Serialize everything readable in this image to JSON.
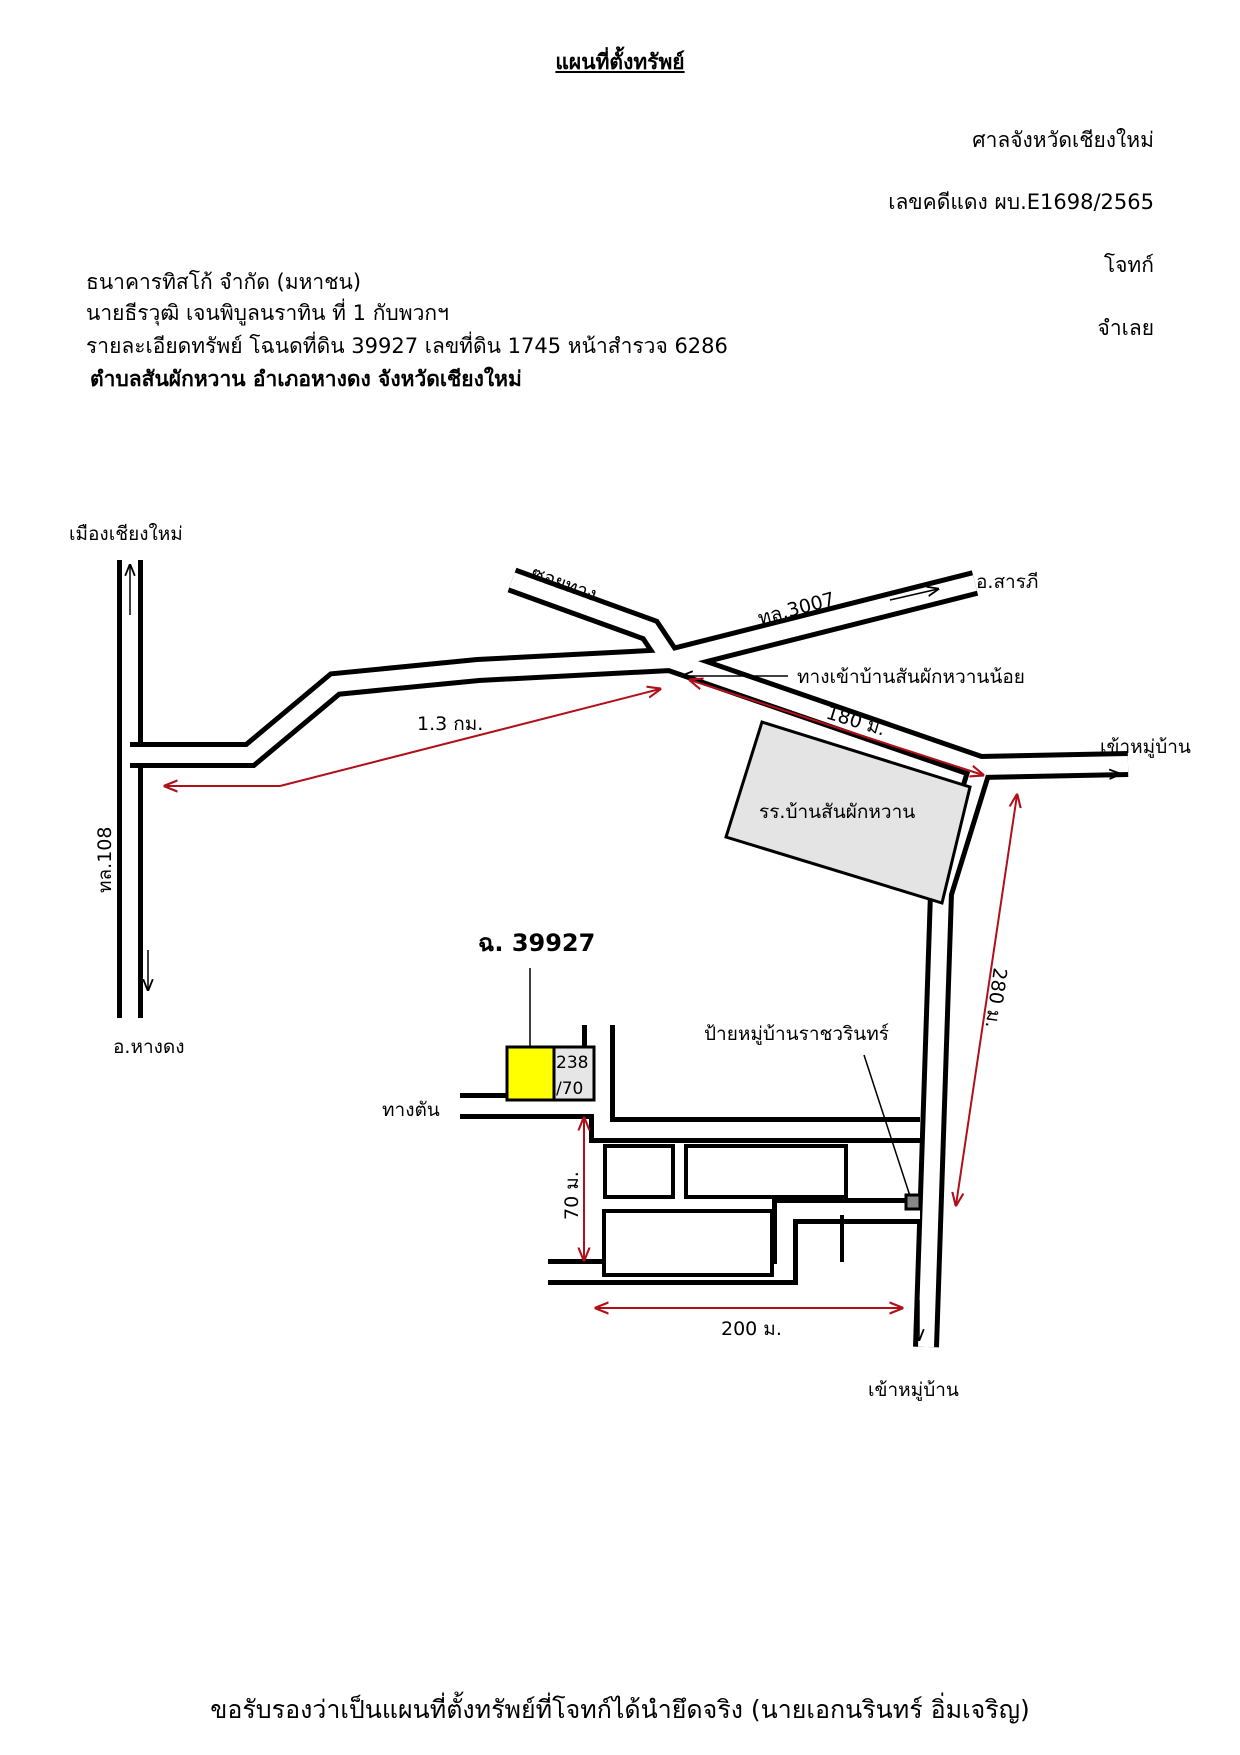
{
  "header": {
    "title": "แผนที่ตั้งทรัพย์",
    "court": "ศาลจังหวัดเชียงใหม่",
    "case_number": "เลขคดีแดง ผบ.E1698/2565",
    "plaintiff_label": "โจทก์",
    "defendant_label": "จำเลย"
  },
  "parties": {
    "plaintiff": "ธนาคารทิสโก้ จำกัด (มหาชน)",
    "defendant": "นายธีรวุฒิ  เจนพิบูลนราทิน  ที่ 1 กับพวกฯ",
    "property_detail": "รายละเอียดทรัพย์ โฉนดที่ดิน 39927 เลขที่ดิน 1745 หน้าสำรวจ 6286",
    "location": "ตำบลสันผักหวาน อำเภอหางดง จังหวัดเชียงใหม่"
  },
  "map": {
    "labels": {
      "chiang_mai_city": "เมืองเชียงใหม่",
      "hang_dong": "อ.หางดง",
      "route_108": "ทล.108",
      "soi_thang": "ซอยทาง",
      "route_3007": "ทล.3007",
      "saraphi": "อ.สารภี",
      "entrance_san_phak_wan_noi": "ทางเข้าบ้านสันผักหวานน้อย",
      "dist_1_3_km": "1.3 กม.",
      "dist_180_m": "180 ม.",
      "to_village_right": "เข้าหมู่บ้าน",
      "school": "รร.บ้านสันผักหวาน",
      "dist_280_m": "280 ม.",
      "deed_number": "ฉ. 39927",
      "neighbor_house": [
        "238",
        "/70"
      ],
      "dead_end": "ทางตัน",
      "village_sign": "ป้ายหมู่บ้านราชวรินทร์",
      "dist_70_m": "70 ม.",
      "dist_200_m": "200 ม.",
      "to_village_bottom": "เข้าหมู่บ้าน"
    },
    "colors": {
      "property": "#ffff00",
      "neighbor": "#e6e6e6",
      "school": "#e4e4e4",
      "measurement": "#b0101a"
    }
  },
  "footer": {
    "certification": "ขอรับรองว่าเป็นแผนที่ตั้งทรัพย์ที่โจทก์ได้นำยึดจริง (นายเอกนรินทร์ อิ่มเจริญ)"
  }
}
